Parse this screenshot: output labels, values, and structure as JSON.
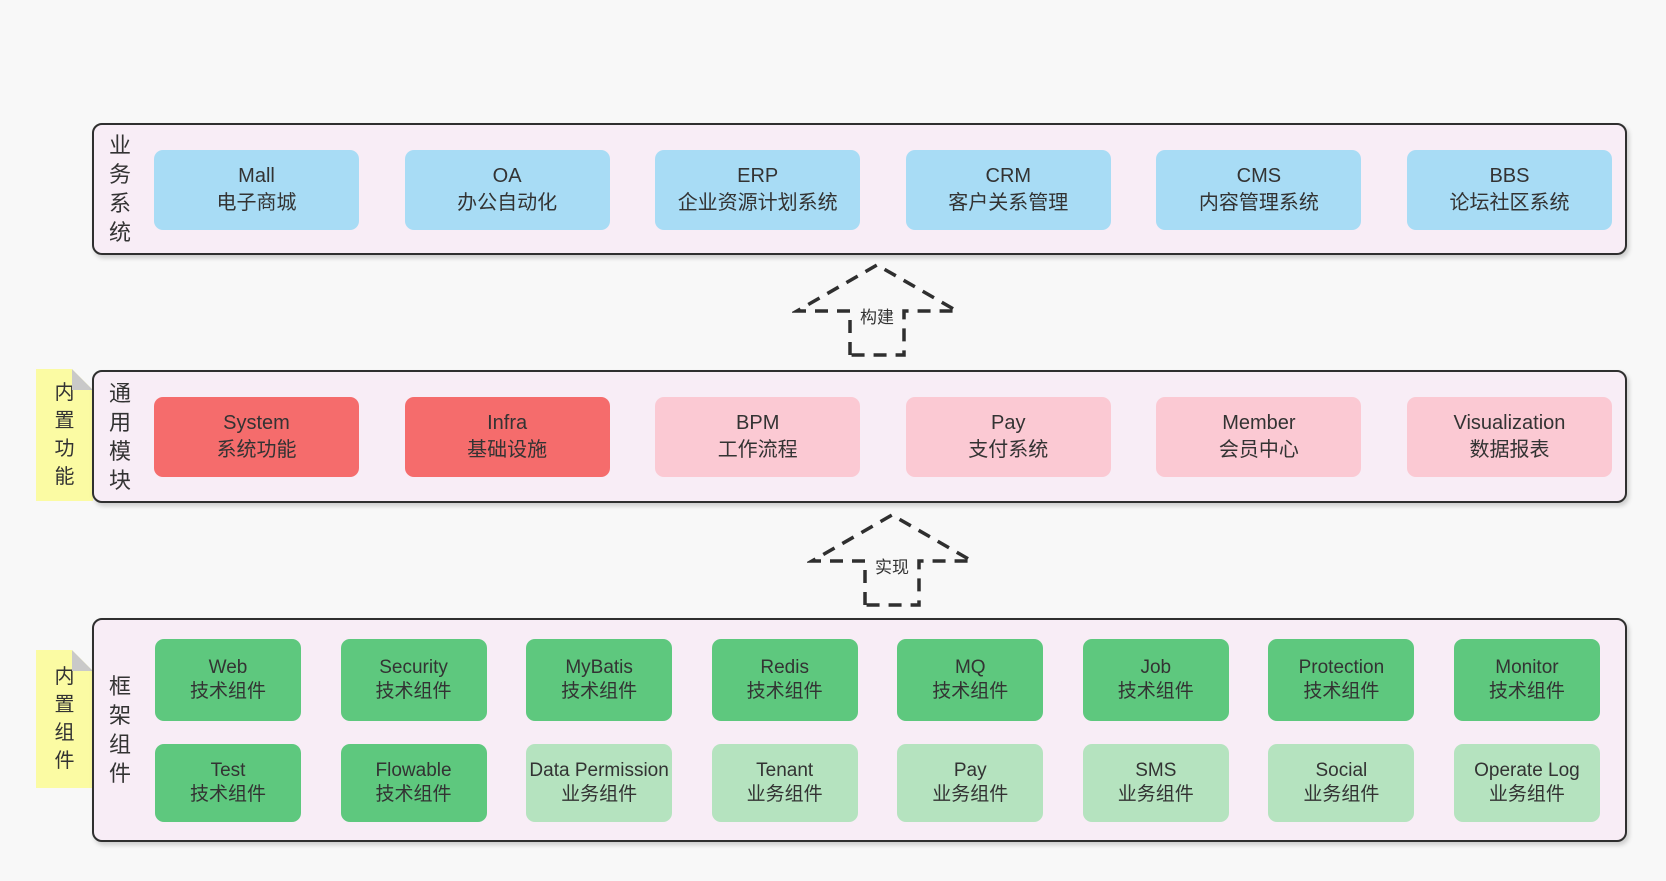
{
  "colors": {
    "page_bg": "#f8f8f8",
    "band_bg": "#f8edf6",
    "border": "#2f2f2f",
    "text": "#333333",
    "sticky": "#fbfba3",
    "fold": "#c9c9c9",
    "blue": "#a8dcf5",
    "red": "#f56c6c",
    "pink": "#fbc9d3",
    "green_dark": "#5ec87e",
    "green_light": "#b5e3bf"
  },
  "arrows": [
    {
      "label": "构建"
    },
    {
      "label": "实现"
    }
  ],
  "bands": [
    {
      "side_label": "业务系统",
      "sticky_label": "",
      "rows": [
        [
          {
            "name": "Mall",
            "desc": "电子商城",
            "variant": "blue"
          },
          {
            "name": "OA",
            "desc": "办公自动化",
            "variant": "blue"
          },
          {
            "name": "ERP",
            "desc": "企业资源计划系统",
            "variant": "blue"
          },
          {
            "name": "CRM",
            "desc": "客户关系管理",
            "variant": "blue"
          },
          {
            "name": "CMS",
            "desc": "内容管理系统",
            "variant": "blue"
          },
          {
            "name": "BBS",
            "desc": "论坛社区系统",
            "variant": "blue"
          }
        ]
      ]
    },
    {
      "side_label": "通用模块",
      "sticky_label": "内置功能",
      "rows": [
        [
          {
            "name": "System",
            "desc": "系统功能",
            "variant": "red"
          },
          {
            "name": "Infra",
            "desc": "基础设施",
            "variant": "red"
          },
          {
            "name": "BPM",
            "desc": "工作流程",
            "variant": "pink"
          },
          {
            "name": "Pay",
            "desc": "支付系统",
            "variant": "pink"
          },
          {
            "name": "Member",
            "desc": "会员中心",
            "variant": "pink"
          },
          {
            "name": "Visualization",
            "desc": "数据报表",
            "variant": "pink"
          }
        ]
      ]
    },
    {
      "side_label": "框架组件",
      "sticky_label": "内置组件",
      "rows": [
        [
          {
            "name": "Web",
            "desc": "技术组件",
            "variant": "green_dark"
          },
          {
            "name": "Security",
            "desc": "技术组件",
            "variant": "green_dark"
          },
          {
            "name": "MyBatis",
            "desc": "技术组件",
            "variant": "green_dark"
          },
          {
            "name": "Redis",
            "desc": "技术组件",
            "variant": "green_dark"
          },
          {
            "name": "MQ",
            "desc": "技术组件",
            "variant": "green_dark"
          },
          {
            "name": "Job",
            "desc": "技术组件",
            "variant": "green_dark"
          },
          {
            "name": "Protection",
            "desc": "技术组件",
            "variant": "green_dark"
          },
          {
            "name": "Monitor",
            "desc": "技术组件",
            "variant": "green_dark"
          }
        ],
        [
          {
            "name": "Test",
            "desc": "技术组件",
            "variant": "green_dark"
          },
          {
            "name": "Flowable",
            "desc": "技术组件",
            "variant": "green_dark"
          },
          {
            "name": "Data Permission",
            "desc": "业务组件",
            "variant": "green_light"
          },
          {
            "name": "Tenant",
            "desc": "业务组件",
            "variant": "green_light"
          },
          {
            "name": "Pay",
            "desc": "业务组件",
            "variant": "green_light"
          },
          {
            "name": "SMS",
            "desc": "业务组件",
            "variant": "green_light"
          },
          {
            "name": "Social",
            "desc": "业务组件",
            "variant": "green_light"
          },
          {
            "name": "Operate Log",
            "desc": "业务组件",
            "variant": "green_light"
          }
        ]
      ]
    }
  ]
}
